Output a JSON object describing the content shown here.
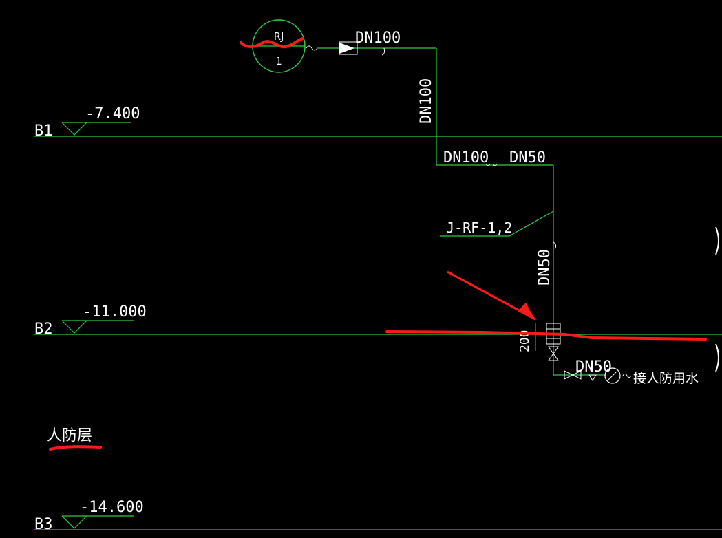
{
  "drawing": {
    "floors": [
      {
        "name": "B1",
        "elevation": "-7.400"
      },
      {
        "name": "B2",
        "elevation": "-11.000"
      },
      {
        "name": "B3",
        "elevation": "-14.600"
      }
    ],
    "tank": {
      "code": "RJ",
      "number": "1"
    },
    "pipes": {
      "top_horizontal": "DN100",
      "top_vertical": "DN100",
      "mid_left": "DN100",
      "mid_right": "DN50",
      "riser": "DN50",
      "branch": "DN50"
    },
    "riser_tag": "J-RF-1,2",
    "dimension": "200",
    "branch_note": "接人防用水",
    "zone_label": "人防层"
  },
  "colors": {
    "background": "#000000",
    "pipe": "#2ecc40",
    "text": "#ffffff",
    "markup": "#ff1a1a",
    "symbol": "#ffffff"
  }
}
